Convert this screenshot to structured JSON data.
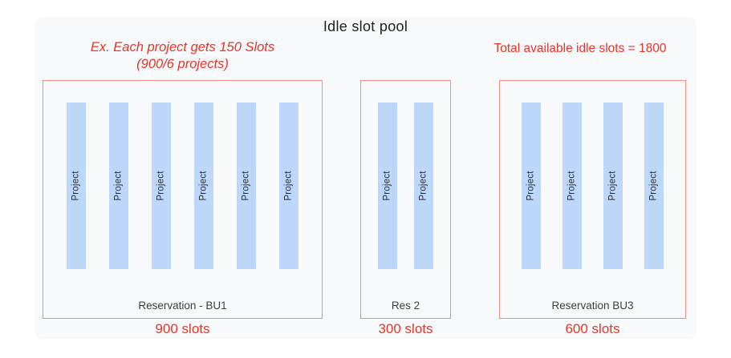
{
  "title": "Idle slot pool",
  "annotation": {
    "line1": "Ex. Each project gets 150 Slots",
    "line2": "(900/6 projects)"
  },
  "total_note": "Total available idle slots = 1800",
  "bar_label": "Project",
  "reservations": [
    {
      "name": "Reservation - BU1",
      "slots_label": "900 slots",
      "project_count": 6
    },
    {
      "name": "Res 2",
      "slots_label": "300 slots",
      "project_count": 2
    },
    {
      "name": "Reservation BU3",
      "slots_label": "600 slots",
      "project_count": 4
    }
  ],
  "colors": {
    "panel_bg": "#f8f9fa",
    "box_border": "#f28b82",
    "red_text": "#ea3326",
    "bar_fill": "#bdd7fb",
    "title_text": "#202124",
    "box_label_text": "#3c4043",
    "bar_label_text": "#2b2d30"
  }
}
